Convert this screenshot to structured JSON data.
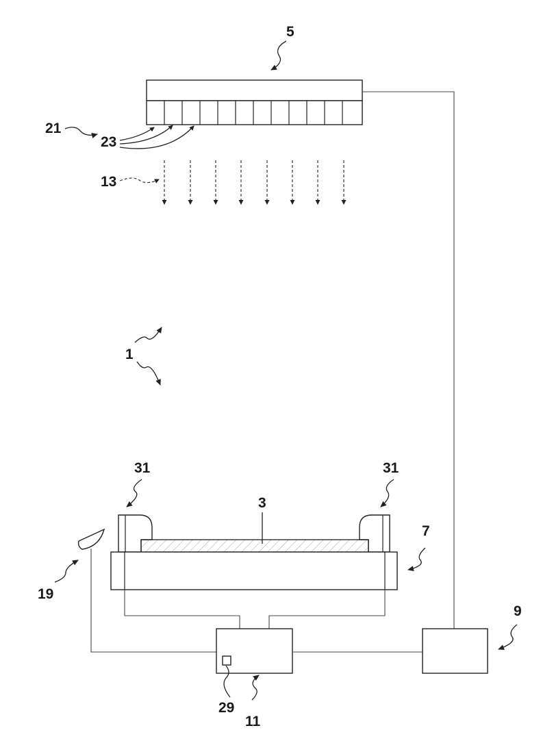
{
  "figure": {
    "labels": {
      "print_head": "5",
      "control_unit": "9",
      "controller": "11",
      "substrate": "3",
      "table": "7",
      "sensor": "19",
      "nozzle_group": "21",
      "nozzles": "23",
      "droplet_stream": "13",
      "device": "1",
      "clamp": "31",
      "element": "29"
    }
  }
}
